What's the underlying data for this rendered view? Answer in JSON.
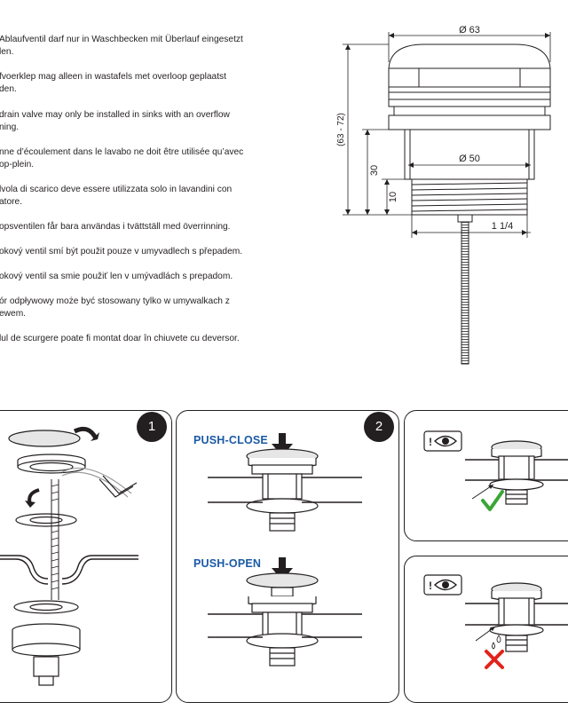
{
  "notes": [
    {
      "line1": "Ablaufventil darf nur in Waschbecken mit Überlauf eingesetzt",
      "line2": "len."
    },
    {
      "line1": "fvoerklep mag alleen in wastafels met overloop geplaatst",
      "line2": "den."
    },
    {
      "line1": "drain valve may only be installed in sinks with an overflow",
      "line2": "ning."
    },
    {
      "line1": "nne d’écoulement dans le lavabo ne doit être utilisée qu’avec",
      "line2": "op-plein."
    },
    {
      "line1": "lvola di scarico deve essere utilizzata solo in lavandini con",
      "line2": "atore."
    },
    {
      "line1": "opsventilen får bara användas i tvättställ med överrinning.",
      "line2": ""
    },
    {
      "line1": "okový ventil smí být použit pouze v umyvadlech s přepadem.",
      "line2": ""
    },
    {
      "line1": "okový ventil sa smie použiť len v umývadlách s prepadom.",
      "line2": ""
    },
    {
      "line1": "ór odpływowy może być stosowany tylko w umywalkach z",
      "line2": "ewem."
    },
    {
      "line1": "lul de scurgere poate fi montat doar în chiuvete cu deversor.",
      "line2": ""
    }
  ],
  "dimensions": {
    "top_diameter": "Ø 63",
    "body_diameter": "Ø 50",
    "total_height": "(63 - 72)",
    "height_30": "30",
    "height_10": "10",
    "thread": "1 1/4"
  },
  "steps": {
    "step1": "1",
    "step2": "2"
  },
  "labels": {
    "push_close": "PUSH-CLOSE",
    "push_open": "PUSH-OPEN"
  },
  "colors": {
    "ink": "#231f20",
    "accent_blue": "#1a5aa6",
    "check_green": "#3aa635",
    "cross_red": "#e2231a",
    "cap_gray": "#e6e6e6"
  },
  "icons": [
    "eye-icon",
    "check-icon",
    "cross-icon",
    "down-arrow-icon",
    "rotate-arrow-icon",
    "allen-key-icon"
  ]
}
